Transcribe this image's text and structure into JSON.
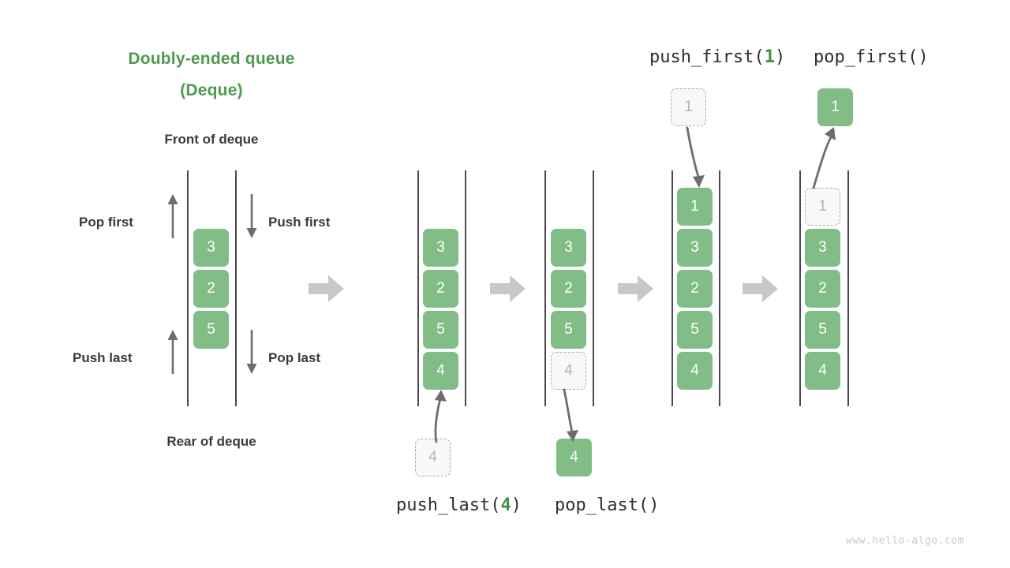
{
  "diagram": {
    "title_line1": "Doubly-ended queue",
    "title_line2": "(Deque)",
    "front_label": "Front of deque",
    "rear_label": "Rear of deque",
    "watermark": "www.hello-algo.com",
    "accent_green": "#4e9a51",
    "box_green": "#82bc87",
    "ghost_gray": "#b4b4b4",
    "arrow_gray": "#c8c8c8",
    "text_dark": "#3a3a3a"
  },
  "side_labels": {
    "pop_first": "Pop first",
    "push_first": "Push first",
    "push_last": "Push last",
    "pop_last": "Pop last"
  },
  "operations": {
    "push_last": {
      "name": "push_last(",
      "arg": "4",
      "close": ")"
    },
    "pop_last": {
      "name": "pop_last()"
    },
    "push_first": {
      "name": "push_first(",
      "arg": "1",
      "close": ")"
    },
    "pop_first": {
      "name": "pop_first()"
    }
  },
  "panels": [
    {
      "id": "initial",
      "items": [
        {
          "value": "3",
          "state": "solid"
        },
        {
          "value": "2",
          "state": "solid"
        },
        {
          "value": "5",
          "state": "solid"
        }
      ],
      "external": []
    },
    {
      "id": "after-push-last",
      "items": [
        {
          "value": "3",
          "state": "solid"
        },
        {
          "value": "2",
          "state": "solid"
        },
        {
          "value": "5",
          "state": "solid"
        },
        {
          "value": "4",
          "state": "solid"
        }
      ],
      "external": [
        {
          "value": "4",
          "state": "ghost",
          "position": "below"
        }
      ]
    },
    {
      "id": "after-pop-last",
      "items": [
        {
          "value": "3",
          "state": "solid"
        },
        {
          "value": "2",
          "state": "solid"
        },
        {
          "value": "5",
          "state": "solid"
        },
        {
          "value": "4",
          "state": "ghost"
        }
      ],
      "external": [
        {
          "value": "4",
          "state": "solid",
          "position": "below"
        }
      ]
    },
    {
      "id": "after-push-first",
      "items": [
        {
          "value": "1",
          "state": "solid"
        },
        {
          "value": "3",
          "state": "solid"
        },
        {
          "value": "2",
          "state": "solid"
        },
        {
          "value": "5",
          "state": "solid"
        },
        {
          "value": "4",
          "state": "solid"
        }
      ],
      "external": [
        {
          "value": "1",
          "state": "ghost",
          "position": "above"
        }
      ]
    },
    {
      "id": "after-pop-first",
      "items": [
        {
          "value": "1",
          "state": "ghost"
        },
        {
          "value": "3",
          "state": "solid"
        },
        {
          "value": "2",
          "state": "solid"
        },
        {
          "value": "5",
          "state": "solid"
        },
        {
          "value": "4",
          "state": "solid"
        }
      ],
      "external": [
        {
          "value": "1",
          "state": "solid",
          "position": "above"
        }
      ]
    }
  ]
}
